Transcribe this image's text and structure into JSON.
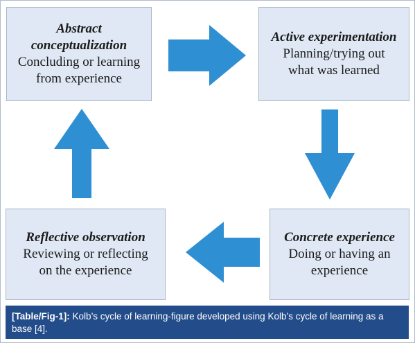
{
  "diagram": {
    "nodes": {
      "abstract": {
        "title": "Abstract conceptualization",
        "text": "Concluding or learning from experience"
      },
      "active": {
        "title": "Active experimentation",
        "text": "Planning/trying out what was learned"
      },
      "concrete": {
        "title": "Concrete experience",
        "text": "Doing or having an experience"
      },
      "reflective": {
        "title": "Reflective observation",
        "text": "Reviewing or reflecting on the experience"
      }
    },
    "edges": [
      {
        "from": "abstract",
        "to": "active"
      },
      {
        "from": "active",
        "to": "concrete"
      },
      {
        "from": "concrete",
        "to": "reflective"
      },
      {
        "from": "reflective",
        "to": "abstract"
      }
    ],
    "colors": {
      "node_fill": "#dfe8f4",
      "arrow": "#2f8fd3",
      "caption_bg": "#234c8a"
    }
  },
  "caption": {
    "tag": "[Table/Fig-1]:",
    "text": "Kolb’s cycle of learning-figure developed using Kolb’s cycle of learning as a base [4]."
  }
}
